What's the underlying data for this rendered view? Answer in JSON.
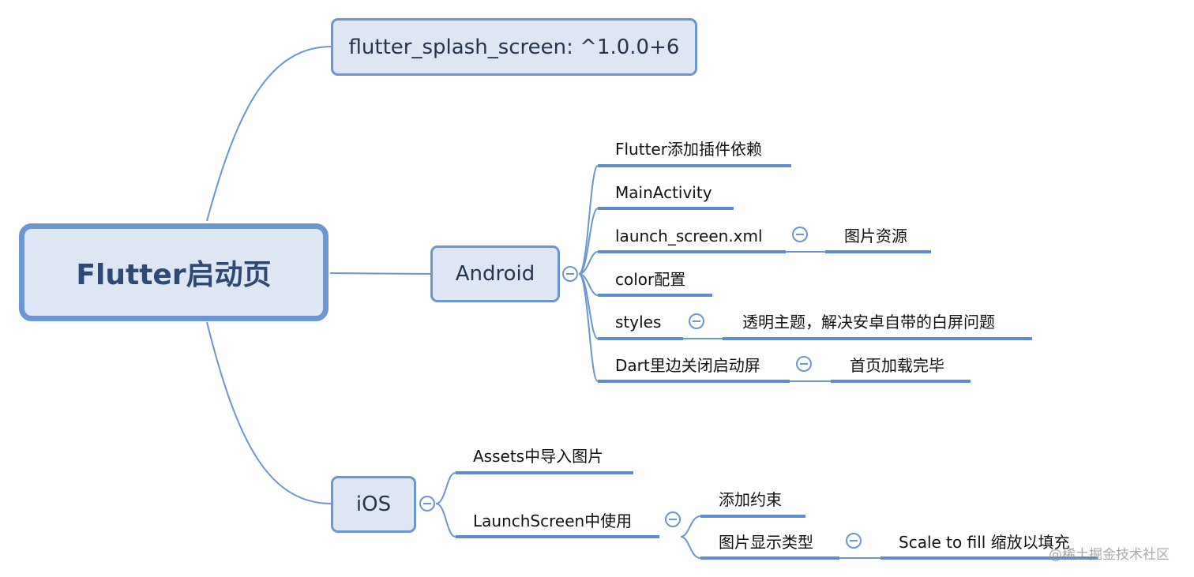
{
  "root": {
    "label": "Flutter启动页"
  },
  "dependency": {
    "label": "flutter_splash_screen: ^1.0.0+6"
  },
  "android": {
    "label": "Android",
    "items": [
      {
        "label": "Flutter添加插件依赖"
      },
      {
        "label": "MainActivity"
      },
      {
        "label": "launch_screen.xml",
        "child": "图片资源"
      },
      {
        "label": "color配置"
      },
      {
        "label": "styles",
        "child": "透明主题，解决安卓自带的白屏问题"
      },
      {
        "label": "Dart里边关闭启动屏",
        "child": "首页加载完毕"
      }
    ]
  },
  "ios": {
    "label": "iOS",
    "items": [
      {
        "label": "Assets中导入图片"
      },
      {
        "label": "LaunchScreen中使用",
        "children": [
          {
            "label": "添加约束"
          },
          {
            "label": "图片显示类型",
            "child": "Scale to fill 缩放以填充"
          }
        ]
      }
    ]
  },
  "watermark": "@稀土掘金技术社区",
  "colors": {
    "line": "#6b96cf",
    "node_fill": "#dde6f2",
    "root_text": "#2c4a75"
  },
  "icons": {
    "toggle": "collapse-minus-icon"
  }
}
